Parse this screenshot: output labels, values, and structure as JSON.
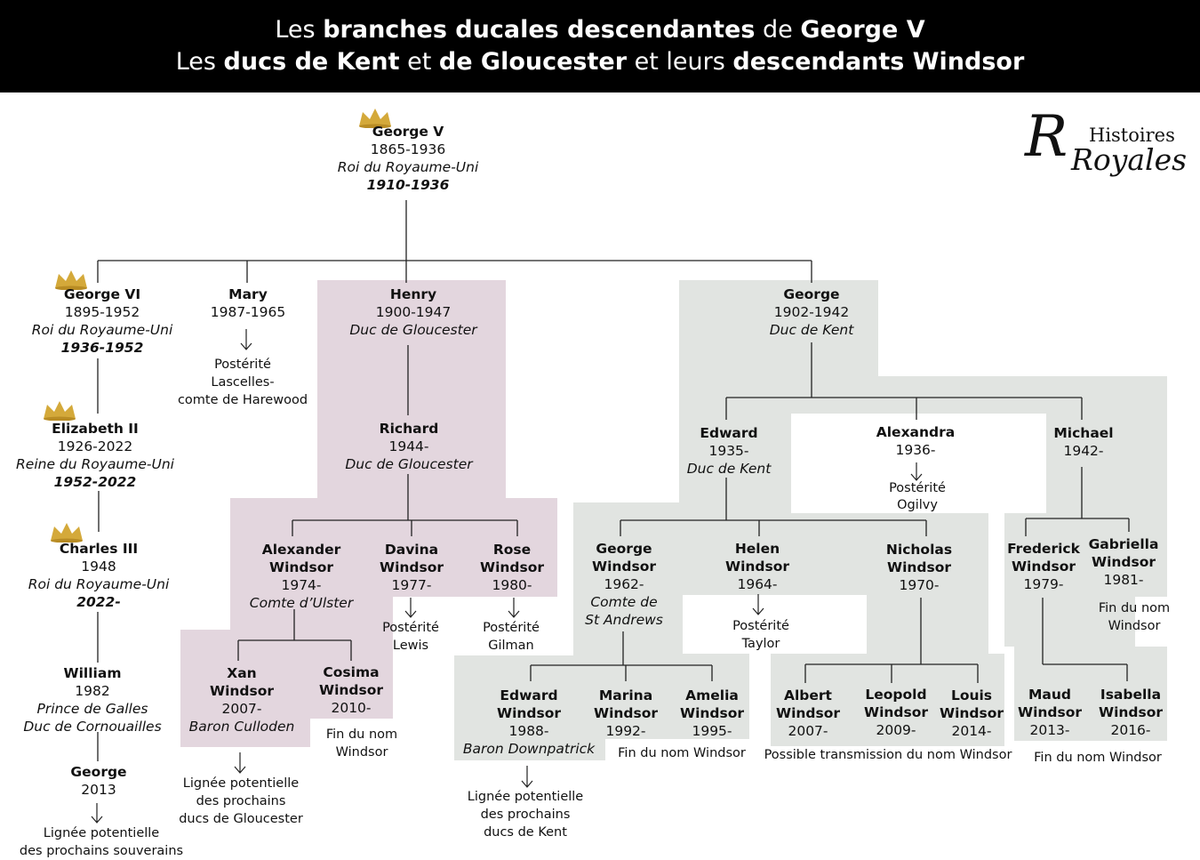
{
  "header": {
    "line1": [
      {
        "text": "Les ",
        "bold": false
      },
      {
        "text": "branches ducales descendantes",
        "bold": true
      },
      {
        "text": " de ",
        "bold": false
      },
      {
        "text": "George V",
        "bold": true
      }
    ],
    "line2": [
      {
        "text": "Les ",
        "bold": false
      },
      {
        "text": "ducs de Kent",
        "bold": true
      },
      {
        "text": " et ",
        "bold": false
      },
      {
        "text": "de Gloucester",
        "bold": true
      },
      {
        "text": " et leurs ",
        "bold": false
      },
      {
        "text": "descendants Windsor",
        "bold": true
      }
    ]
  },
  "logo": {
    "line1": "Histoires",
    "line2": "Royales",
    "initial": "R"
  },
  "colors": {
    "gloucester_branch": "#e3d6de",
    "kent_branch": "#e1e4e1",
    "header_bg": "#000000",
    "crown": "#d4a93a",
    "lines": "#222222"
  },
  "people": {
    "george_v": {
      "name": "George V",
      "dates": "1865-1936",
      "title": "Roi du Royaume-Uni",
      "reign": "1910-1936",
      "crown": true
    },
    "george_vi": {
      "name": "George VI",
      "dates": "1895-1952",
      "title": "Roi du Royaume-Uni",
      "reign": "1936-1952",
      "crown": true
    },
    "mary": {
      "name": "Mary",
      "dates": "1987-1965"
    },
    "henry": {
      "name": "Henry",
      "dates": "1900-1947",
      "title": "Duc de Gloucester"
    },
    "george_kent": {
      "name": "George",
      "dates": "1902-1942",
      "title": "Duc de Kent"
    },
    "elizabeth_ii": {
      "name": "Elizabeth II",
      "dates": "1926-2022",
      "title": "Reine du Royaume-Uni",
      "reign": "1952-2022",
      "crown": true
    },
    "charles_iii": {
      "name": "Charles III",
      "dates": "1948",
      "title": "Roi du Royaume-Uni",
      "reign": "2022-",
      "crown": true
    },
    "william": {
      "name": "William",
      "dates": "1982",
      "title": "Prince de Galles",
      "title2": "Duc de Cornouailles"
    },
    "george_2013": {
      "name": "George",
      "dates": "2013"
    },
    "richard": {
      "name": "Richard",
      "dates": "1944-",
      "title": "Duc de Gloucester"
    },
    "alexander": {
      "name": "Alexander",
      "name2": "Windsor",
      "dates": "1974-",
      "title": "Comte d’Ulster"
    },
    "davina": {
      "name": "Davina",
      "name2": "Windsor",
      "dates": "1977-"
    },
    "rose": {
      "name": "Rose",
      "name2": "Windsor",
      "dates": "1980-"
    },
    "xan": {
      "name": "Xan",
      "name2": "Windsor",
      "dates": "2007-",
      "title": "Baron Culloden"
    },
    "cosima": {
      "name": "Cosima",
      "name2": "Windsor",
      "dates": "2010-"
    },
    "edward": {
      "name": "Edward",
      "dates": "1935-",
      "title": "Duc de Kent"
    },
    "alexandra": {
      "name": "Alexandra",
      "dates": "1936-"
    },
    "michael": {
      "name": "Michael",
      "dates": "1942-"
    },
    "george_w": {
      "name": "George",
      "name2": "Windsor",
      "dates": "1962-",
      "title": "Comte de",
      "title2": "St Andrews"
    },
    "helen": {
      "name": "Helen",
      "name2": "Windsor",
      "dates": "1964-"
    },
    "nicholas": {
      "name": "Nicholas",
      "name2": "Windsor",
      "dates": "1970-"
    },
    "frederick": {
      "name": "Frederick",
      "name2": "Windsor",
      "dates": "1979-"
    },
    "gabriella": {
      "name": "Gabriella",
      "name2": "Windsor",
      "dates": "1981-"
    },
    "edward_w": {
      "name": "Edward",
      "name2": "Windsor",
      "dates": "1988-",
      "title": "Baron Downpatrick"
    },
    "marina": {
      "name": "Marina",
      "name2": "Windsor",
      "dates": "1992-"
    },
    "amelia": {
      "name": "Amelia",
      "name2": "Windsor",
      "dates": "1995-"
    },
    "albert": {
      "name": "Albert",
      "name2": "Windsor",
      "dates": "2007-"
    },
    "leopold": {
      "name": "Leopold",
      "name2": "Windsor",
      "dates": "2009-"
    },
    "louis": {
      "name": "Louis",
      "name2": "Windsor",
      "dates": "2014-"
    },
    "maud": {
      "name": "Maud",
      "name2": "Windsor",
      "dates": "2013-"
    },
    "isabella": {
      "name": "Isabella",
      "name2": "Windsor",
      "dates": "2016-"
    }
  },
  "notes": {
    "mary_post": [
      "Postérité",
      "Lascelles-",
      "comte de Harewood"
    ],
    "sovereigns": [
      "Lignée potentielle",
      "des prochains souverains"
    ],
    "lewis": [
      "Postérité",
      "Lewis"
    ],
    "gilman": [
      "Postérité",
      "Gilman"
    ],
    "fin_cosima": [
      "Fin du nom",
      "Windsor"
    ],
    "gloucester_line": [
      "Lignée potentielle",
      "des prochains",
      "ducs de Gloucester"
    ],
    "ogilvy": [
      "Postérité",
      "Ogilvy"
    ],
    "taylor": [
      "Postérité",
      "Taylor"
    ],
    "fin_gabriella": [
      "Fin du nom",
      "Windsor"
    ],
    "fin_st_andrews": [
      "Fin du nom Windsor"
    ],
    "nicholas_post": [
      "Possible transmission du nom Windsor"
    ],
    "fin_frederick": [
      "Fin du nom Windsor"
    ],
    "kent_line": [
      "Lignée potentielle",
      "des prochains",
      "ducs de Kent"
    ]
  }
}
